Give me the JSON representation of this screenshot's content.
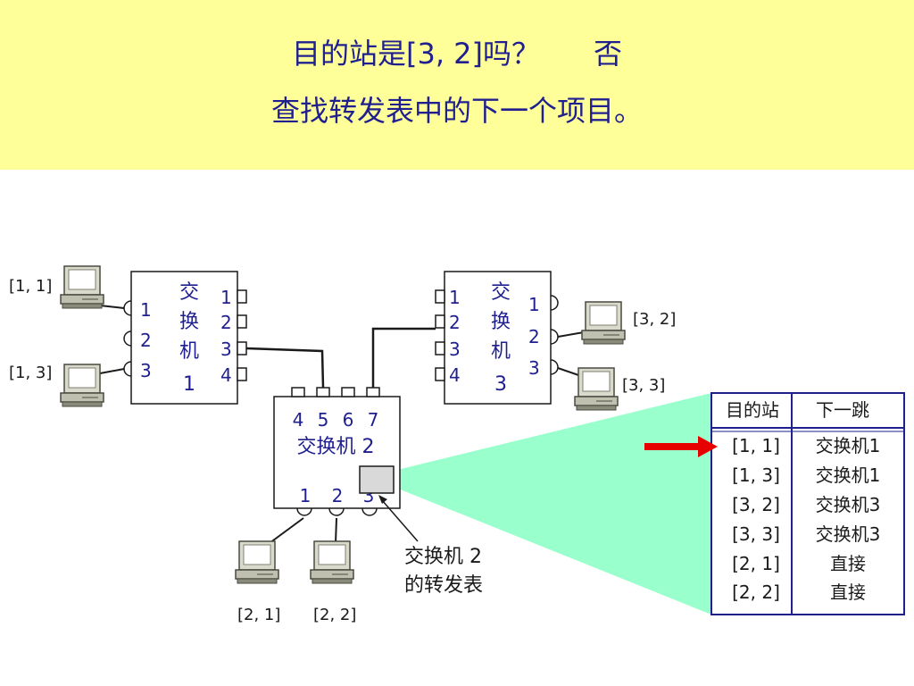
{
  "header": {
    "question": "目的站是[3, 2]吗？",
    "answer": "否",
    "instruction": "查找转发表中的下一个项目。"
  },
  "switch1": {
    "name_chars": [
      "交",
      "换",
      "机",
      "1"
    ],
    "left_ports": [
      "1",
      "2",
      "3"
    ],
    "right_ports": [
      "1",
      "2",
      "3",
      "4"
    ]
  },
  "switch2": {
    "ports_top": [
      "4",
      "5",
      "6",
      "7"
    ],
    "name": "交换机 2",
    "ports_bottom": [
      "1",
      "2",
      "3"
    ]
  },
  "switch3": {
    "name_chars": [
      "交",
      "换",
      "机",
      "3"
    ],
    "left_ports": [
      "1",
      "2",
      "3",
      "4"
    ],
    "right_ports": [
      "1",
      "2",
      "3"
    ]
  },
  "hosts": {
    "h11": "[1, 1]",
    "h13": "[1, 3]",
    "h32": "[3, 2]",
    "h33": "[3, 3]",
    "h21": "[2, 1]",
    "h22": "[2, 2]"
  },
  "callout": {
    "line1": "交换机 2",
    "line2": "的转发表"
  },
  "table": {
    "headers": [
      "目的站",
      "下一跳"
    ],
    "rows": [
      [
        "[1, 1]",
        "交换机1"
      ],
      [
        "[1, 3]",
        "交换机1"
      ],
      [
        "[3, 2]",
        "交换机3"
      ],
      [
        "[3, 3]",
        "交换机3"
      ],
      [
        "[2, 1]",
        "直接"
      ],
      [
        "[2, 2]",
        "直接"
      ]
    ],
    "pointer_row": 0
  },
  "colors": {
    "banner": "#ffff99",
    "text": "#1f1f8f",
    "beam": "#99ffcc",
    "arrow": "#e60000",
    "table_border": "#1f1f8f"
  }
}
